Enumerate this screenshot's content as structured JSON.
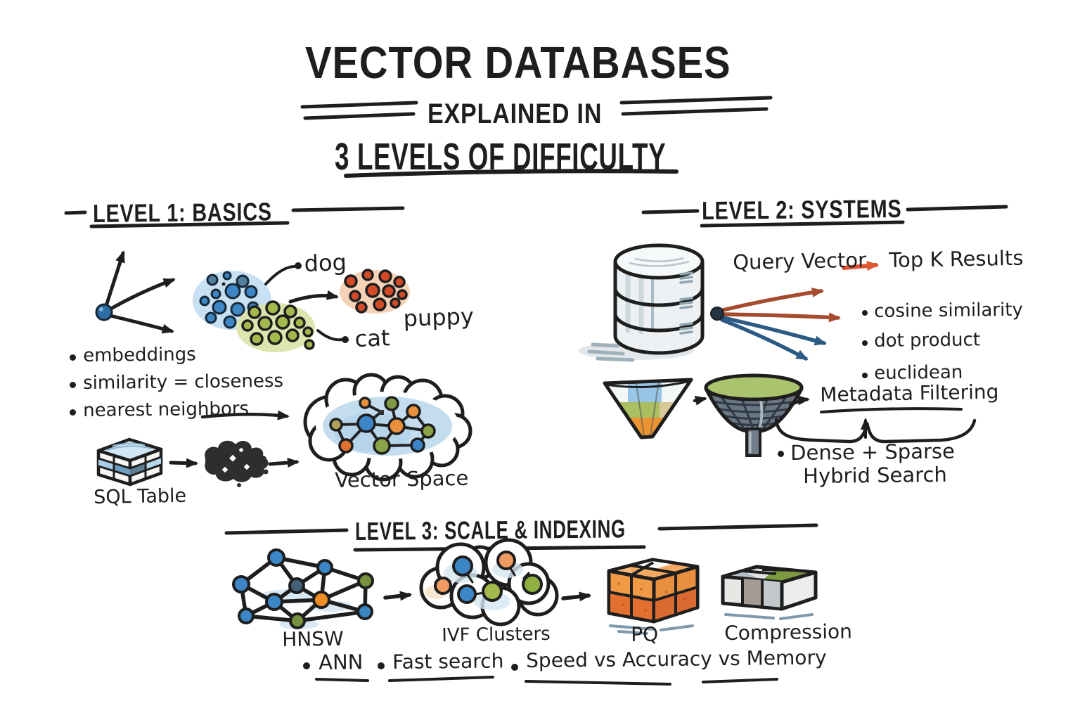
{
  "title": {
    "line1": "VECTOR DATABASES",
    "line2": "EXPLAINED IN",
    "line3": "3 LEVELS OF DIFFICULTY"
  },
  "level1": {
    "heading": "LEVEL 1: BASICS",
    "labels": {
      "dog": "dog",
      "puppy": "puppy",
      "cat": "cat",
      "sql_table": "SQL Table",
      "vector_space": "Vector Space"
    },
    "bullets": [
      "embeddings",
      "similarity = closeness",
      "nearest neighbors"
    ]
  },
  "level2": {
    "heading": "LEVEL 2: SYSTEMS",
    "query_label": "Query Vector",
    "topk_label": "Top K Results",
    "metrics": [
      "cosine similarity",
      "dot product",
      "euclidean"
    ],
    "metadata_label": "Metadata Filtering",
    "hybrid_lines": [
      "Dense + Sparse",
      "Hybrid Search"
    ]
  },
  "level3": {
    "heading": "LEVEL 3: SCALE & INDEXING",
    "item_labels": [
      "HNSW",
      "IVF Clusters",
      "PQ",
      "Compression"
    ],
    "bullets": [
      "ANN",
      "Fast search",
      "Speed vs Accuracy vs Memory"
    ]
  },
  "colors": {
    "ink": "#1e1e1e",
    "blue": "#3d86c6",
    "blue_wash": "#bdd9ec",
    "green": "#9fb34a",
    "green_wash": "#dce4ab",
    "red": "#cf4a2a",
    "peach_wash": "#f6d0b3",
    "orange": "#e8913c",
    "navy": "#2b5a84",
    "rust": "#a64b2e",
    "accent_arrow": "#e0552f",
    "gray": "#b6bec3"
  }
}
